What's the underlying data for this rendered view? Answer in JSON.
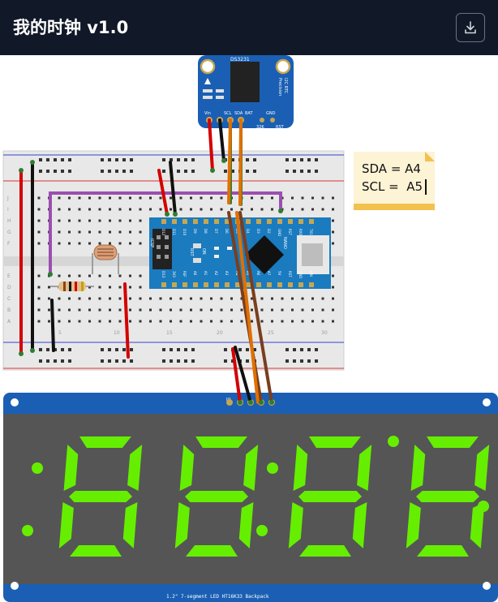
{
  "header": {
    "title": "我的时钟 v1.0",
    "download_icon": "download-icon"
  },
  "colors": {
    "header_bg": "#111827",
    "board_blue": "#1a5fb4",
    "segment_green": "#66ee00",
    "display_face": "#555555",
    "wire_red": "#d40000",
    "wire_black": "#111111",
    "wire_green": "#2e7d32",
    "wire_orange": "#e07000",
    "wire_purple": "#9b4fb0"
  },
  "rtc_module": {
    "chip_label": "DS3231",
    "side_text": [
      "Precision",
      "I2C RTC"
    ],
    "pins": [
      "Vin",
      "SCL",
      "SDA",
      "BAT",
      "GND"
    ],
    "sub_pins": [
      "32K",
      "RST"
    ]
  },
  "breadboard": {
    "row_letters": [
      "J",
      "I",
      "H",
      "G",
      "F",
      "E",
      "D",
      "C",
      "B",
      "A"
    ],
    "column_numbers": [
      "5",
      "10",
      "15",
      "20",
      "25",
      "30"
    ]
  },
  "arduino": {
    "label": "NANO",
    "left_text": [
      "ICSP",
      "RST",
      "ON"
    ],
    "top_pins": [
      "D12",
      "D11",
      "D10",
      "D9",
      "D8",
      "D7",
      "D6",
      "D5",
      "D4",
      "D3",
      "D2",
      "GND",
      "RST",
      "RX0",
      "TX1"
    ],
    "bottom_pins": [
      "D13",
      "3V3",
      "REF",
      "A0",
      "A1",
      "A2",
      "A3",
      "A4",
      "A5",
      "A6",
      "A7",
      "5V",
      "RST",
      "GND",
      "VIN"
    ]
  },
  "note": {
    "lines": [
      "SDA = A4",
      "SCL =  A5"
    ]
  },
  "display": {
    "pin_label": "IO",
    "digits": [
      "8",
      "8",
      "8",
      "8"
    ],
    "caption": "1.2\" 7-segment LED HT16K33 Backpack"
  }
}
